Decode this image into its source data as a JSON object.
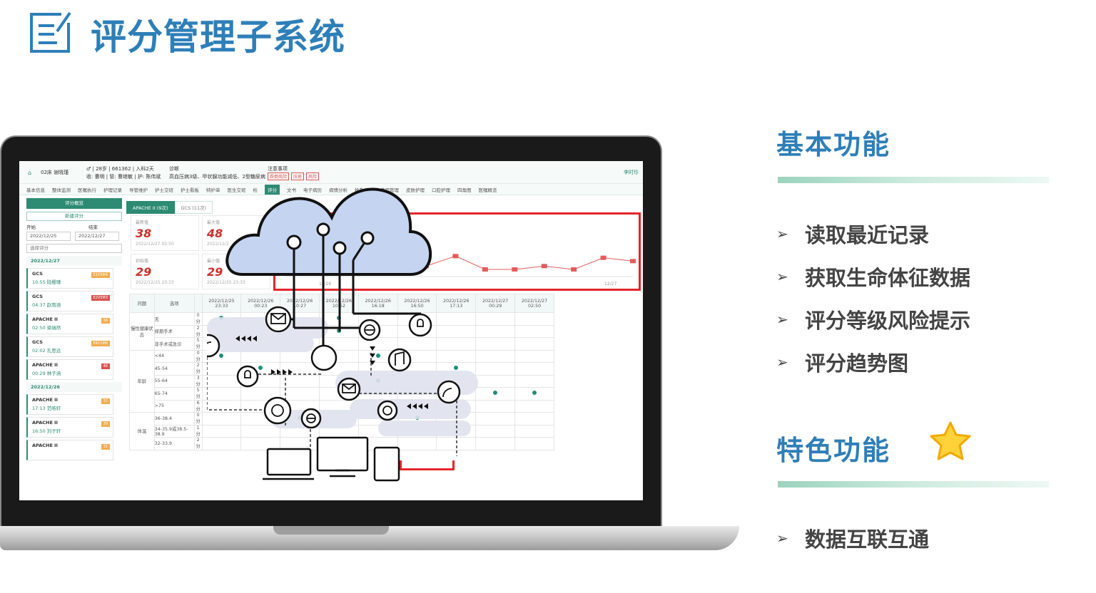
{
  "title": "评分管理子系统",
  "basic_functions": {
    "heading": "基本功能",
    "items": [
      "读取最近记录",
      "获取生命体征数据",
      "评分等级风险提示",
      "评分趋势图"
    ]
  },
  "special_functions": {
    "heading": "特色功能",
    "items": [
      "数据互联互通"
    ]
  },
  "colors": {
    "accent": "#2e7fb8",
    "green": "#2e8b73",
    "highlight": "#e3262b"
  },
  "screen": {
    "patient": {
      "bed": "02床 谢晓瑾",
      "info1": "♂ | 28岁 | 661362 | 入科2天",
      "info2": "收: 曹明 | 管: 曹继敏 | 护: 陈伟斌",
      "diag_label": "诊断",
      "diag": "高血压病3级、甲状腺功能减低、2型糖尿病",
      "notice_label": "注意事项",
      "badges": [
        "跌倒风险",
        "压疮",
        "风险"
      ],
      "user": "李时珍"
    },
    "nav": [
      "基本信息",
      "整体监测",
      "医嘱执行",
      "护理记录",
      "导管维护",
      "护士交班",
      "护士看板",
      "特护单",
      "医生交班",
      "检",
      "评分",
      "文书",
      "电子病历",
      "病情分析",
      "抢救记录",
      "费用管理",
      "皮肤护理",
      "口腔护理",
      "四角图",
      "医嘱概览"
    ],
    "nav_active": "评分",
    "sidebar": {
      "overview_btn": "评分概览",
      "new_btn": "新建评分",
      "start_label": "开始",
      "end_label": "结束",
      "start": "2022/12/25",
      "end": "2022/12/27",
      "select_placeholder": "选择评分",
      "groups": [
        {
          "date": "2022/12/27",
          "records": [
            {
              "name": "GCS",
              "time": "10:55 陆樱瑾",
              "tag": "E1V5M4",
              "color": "#f0ad4e"
            },
            {
              "name": "GCS",
              "time": "04:37 赵雨涵",
              "tag": "E2V5M3",
              "color": "#d9534f"
            },
            {
              "name": "APACHE II",
              "time": "02:50 梁瑞然",
              "tag": "38",
              "color": "#f0ad4e"
            },
            {
              "name": "GCS",
              "time": "02:02 孔思远",
              "tag": "E4V1M6",
              "color": "#f0ad4e"
            },
            {
              "name": "APACHE II",
              "time": "00:29 林子涵",
              "tag": "48",
              "color": "#d9534f"
            }
          ]
        },
        {
          "date": "2022/12/26",
          "records": [
            {
              "name": "APACHE II",
              "time": "17:13 范皓轩",
              "tag": "33",
              "color": "#f0ad4e"
            },
            {
              "name": "APACHE II",
              "time": "16:50 刘子轩",
              "tag": "39",
              "color": "#f0ad4e"
            },
            {
              "name": "APACHE II",
              "time": "",
              "tag": "31",
              "color": "#f0ad4e"
            }
          ]
        }
      ]
    },
    "tabs": [
      "APACHE II (9次)",
      "GCS (11次)"
    ],
    "stats": [
      {
        "label": "最新值",
        "value": "38",
        "date": "2022/12/27 02:50"
      },
      {
        "label": "最大值",
        "value": "48",
        "date": "2022/12/2"
      },
      {
        "label": "初始值",
        "value": "29",
        "date": "2022/12/25 23:33"
      },
      {
        "label": "最小值",
        "value": "29",
        "date": "2022/12/25 23:33"
      }
    ],
    "chart": {
      "x_labels": [
        "12/26",
        "12/27"
      ],
      "points": [
        33,
        39,
        31,
        31,
        33,
        31,
        38,
        36
      ]
    },
    "grid": {
      "headers": [
        "问题",
        "选项",
        "",
        "2022/12/25 23:33",
        "2022/12/26 00:23",
        "2022/12/26 10:27",
        "2022/12/26 10:52",
        "2022/12/26 16:18",
        "2022/12/26 16:50",
        "2022/12/26 17:13",
        "2022/12/27 00:29",
        "2022/12/27 02:50"
      ],
      "rows": [
        {
          "q": "慢性健康状态",
          "opts": [
            [
              "无",
              "0分"
            ],
            [
              "择期手术",
              "2分"
            ],
            [
              "非手术或急诊",
              "5分"
            ]
          ]
        },
        {
          "q": "年龄",
          "opts": [
            [
              "<44",
              "0分"
            ],
            [
              "45-54",
              "2分"
            ],
            [
              "55-64",
              "3分"
            ],
            [
              "65-74",
              "5分"
            ],
            [
              ">75",
              "6分"
            ]
          ]
        },
        {
          "q": "体温",
          "opts": [
            [
              "36-38.4",
              "0分"
            ],
            [
              "34-35.9或38.5-38.9",
              "1分"
            ],
            [
              "32-33.9",
              "2分"
            ]
          ]
        }
      ]
    }
  }
}
